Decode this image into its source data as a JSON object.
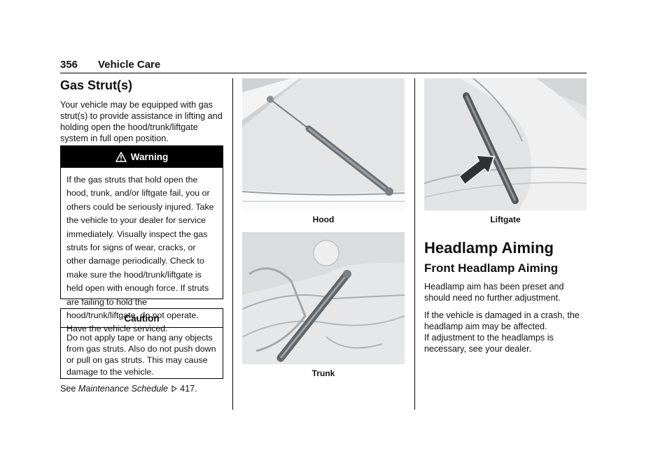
{
  "header": {
    "page_number": "356",
    "section": "Vehicle Care"
  },
  "gas": {
    "title": "Gas Strut(s)",
    "intro": "Your vehicle may be equipped with gas strut(s) to provide assistance in lifting and holding open the hood/trunk/liftgate system in full open position."
  },
  "warning": {
    "icon": "warning-triangle-icon",
    "title": "Warning",
    "body": "If the gas struts that hold open the hood, trunk, and/or liftgate fail, you or others could be seriously injured. Take the vehicle to your dealer for service immediately. Visually inspect the gas struts for signs of wear, cracks, or other damage periodically. Check to make sure the hood/trunk/liftgate is held open with enough force. If struts are failing to hold the hood/trunk/liftgate, do not operate. Have the vehicle serviced."
  },
  "caution": {
    "title": "Caution",
    "body": "Do not apply tape or hang any objects from gas struts. Also do not push down or pull on gas struts. This may cause damage to the vehicle."
  },
  "see": {
    "prefix": "See ",
    "link": "Maintenance Schedule",
    "ref_icon": "page-reference-icon",
    "page": "417."
  },
  "figures": {
    "hood_caption": "Hood",
    "trunk_caption": "Trunk",
    "liftgate_caption": "Liftgate"
  },
  "headlamp": {
    "title": "Headlamp Aiming",
    "subtitle": "Front Headlamp Aiming",
    "p1": "Headlamp aim has been preset and should need no further adjustment.",
    "p2": "If the vehicle is damaged in a crash, the headlamp aim may be affected.",
    "p3": "If adjustment to the headlamps is necessary, see your dealer."
  }
}
